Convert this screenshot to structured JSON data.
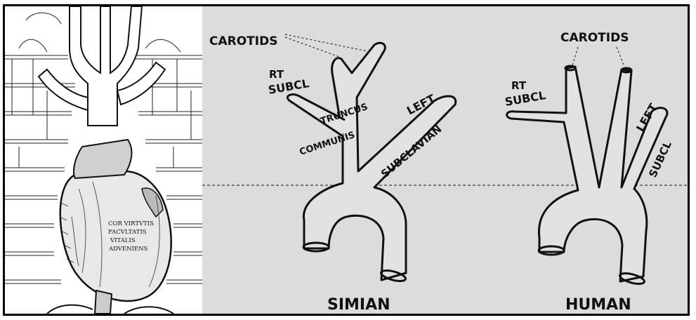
{
  "figure": {
    "left_engraving": {
      "inscription": [
        "COR VIRTVTIS",
        "FACVLTATIS",
        "VITALIS",
        "ADVENIENS"
      ]
    },
    "simian": {
      "title": "SIMIAN",
      "labels": {
        "carotids": "CAROTIDS",
        "rt": "RT",
        "subcl": "SUBCL",
        "truncus": "TRUNCUS",
        "communis": "COMMUNIS",
        "left": "LEFT",
        "subclavian": "SUBCLAVIAN"
      }
    },
    "human": {
      "title": "HUMAN",
      "labels": {
        "carotids": "CAROTIDS",
        "rt": "RT",
        "subcl": "SUBCL",
        "left": "LEFT",
        "subcl_left": "SUBCL"
      }
    },
    "colors": {
      "ink": "#111111",
      "board": "#dcdcdc",
      "paper": "#ffffff"
    }
  }
}
